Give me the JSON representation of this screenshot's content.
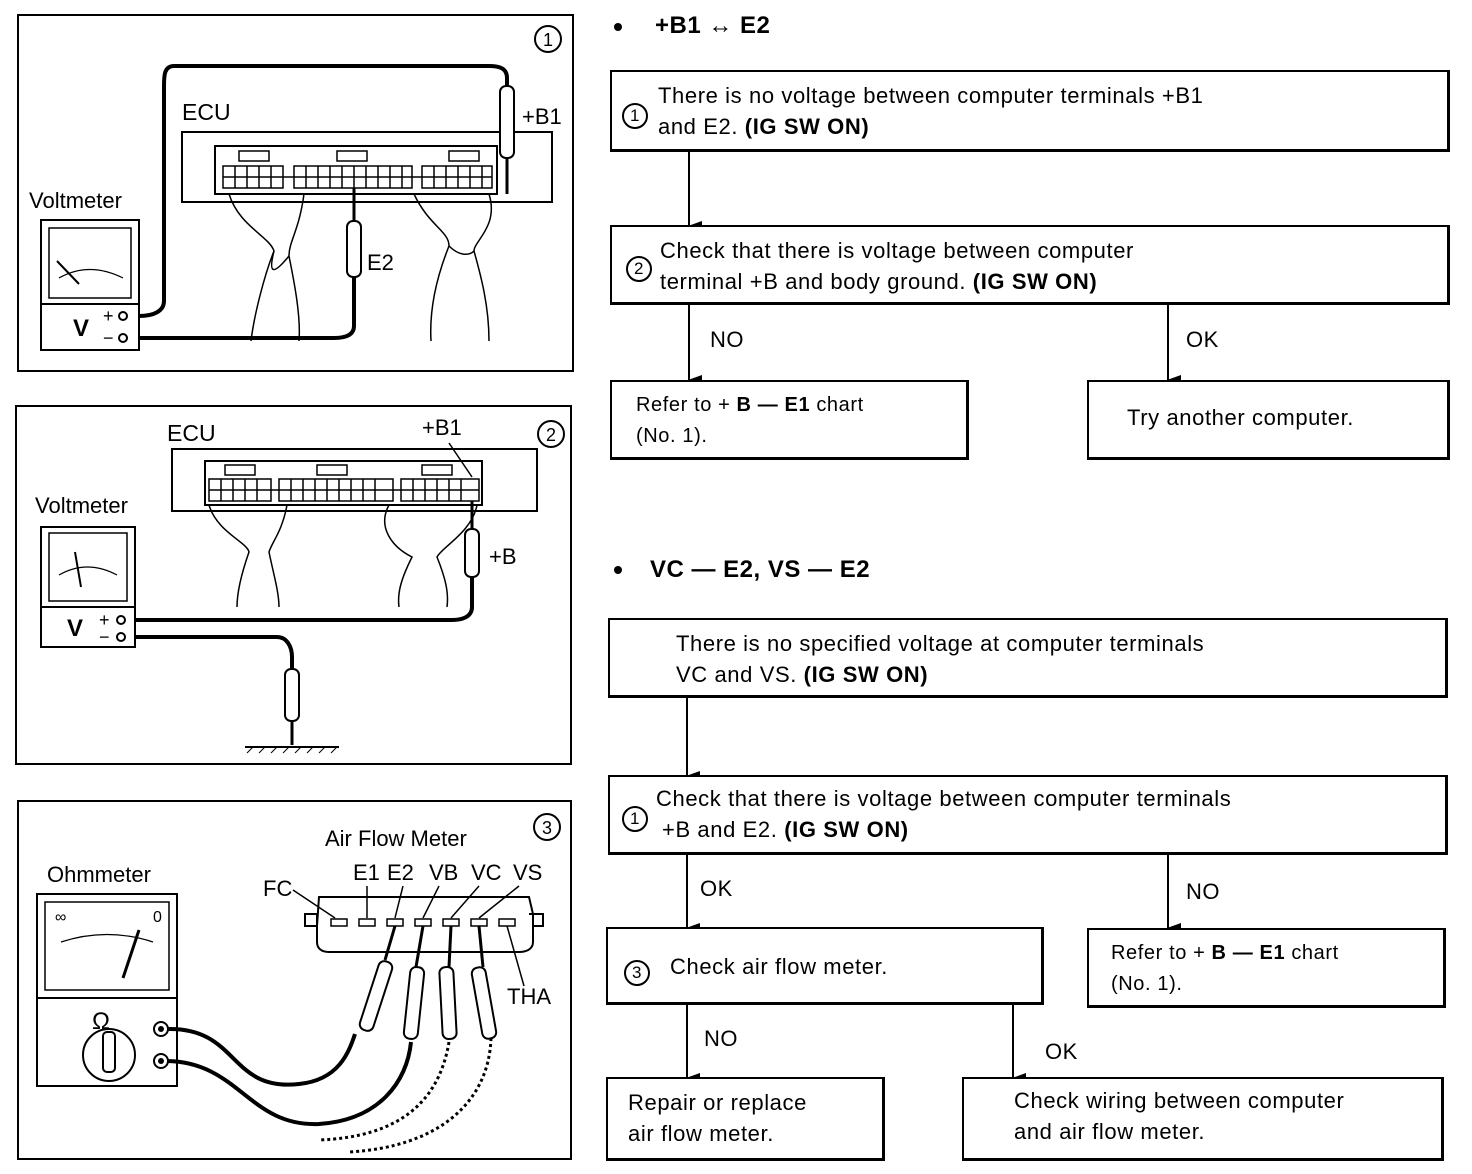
{
  "panel1": {
    "number": "1",
    "ecu": "ECU",
    "b1": "+B1",
    "voltmeter": "Voltmeter",
    "v": "V",
    "plus": "+",
    "minus": "−",
    "e2": "E2"
  },
  "panel2": {
    "number": "2",
    "ecu": "ECU",
    "b1": "+B1",
    "voltmeter": "Voltmeter",
    "v": "V",
    "plus": "+",
    "minus": "−",
    "b": "+B"
  },
  "panel3": {
    "number": "3",
    "title": "Air Flow Meter",
    "ohmmeter": "Ohmmeter",
    "inf": "∞",
    "zero": "0",
    "omega": "Ω",
    "fc": "FC",
    "e1": "E1",
    "e2": "E2",
    "vb": "VB",
    "vc": "VC",
    "vs": "VS",
    "tha": "THA"
  },
  "flow1": {
    "heading": "+B1 ↔ E2",
    "box1": {
      "num": "1",
      "line1": "There is no voltage between computer terminals  +B1",
      "line2a": "and E2. ",
      "line2b": "(IG SW ON)"
    },
    "box2": {
      "num": "2",
      "line1": "Check that there is voltage between computer",
      "line2a": "terminal  +B and body ground. ",
      "line2b": "(IG SW ON)"
    },
    "no": "NO",
    "ok": "OK",
    "box3": {
      "line1a": "Refer to + ",
      "line1b": "B — E1",
      "line1c": "  chart",
      "line2": "(No. 1)."
    },
    "box4": "Try another computer."
  },
  "flow2": {
    "heading": "VC  —  E2,  VS  —  E2",
    "box1": {
      "line1": "There is no specified voltage at computer terminals",
      "line2a": "VC and VS. ",
      "line2b": "(IG SW ON)"
    },
    "box2": {
      "num": "1",
      "line1": "Check that there is voltage between computer terminals",
      "line2a": "+B and E2. ",
      "line2b": "(IG SW ON)"
    },
    "ok": "OK",
    "no": "NO",
    "box3": {
      "num": "3",
      "text": "Check air flow meter."
    },
    "box4": {
      "line1a": "Refer to + ",
      "line1b": "B — E1",
      "line1c": "  chart",
      "line2": "(No. 1)."
    },
    "no2": "NO",
    "ok2": "OK",
    "box5": {
      "line1": "Repair or replace",
      "line2": "air flow meter."
    },
    "box6": {
      "line1": "Check wiring between computer",
      "line2": "and air flow meter."
    }
  }
}
